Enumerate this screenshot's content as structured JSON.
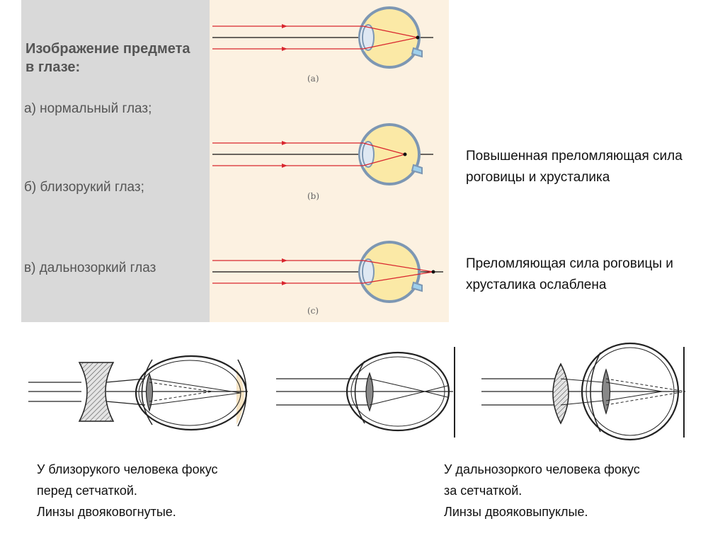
{
  "heading": "Изображение предмета в глазе:",
  "items": [
    "а) нормальный глаз;",
    "б) близорукий глаз;",
    "в) дальнозоркий глаз"
  ],
  "figure_labels": [
    "(a)",
    "(b)",
    "(c)"
  ],
  "notes": [
    "Повышенная преломляющая сила роговицы и хрусталика",
    "Преломляющая сила роговицы и хрусталика ослаблена"
  ],
  "captions": {
    "myopia": [
      "У близорукого человека фокус",
      "перед сетчаткой.",
      "Линзы двояковогнутые."
    ],
    "hyperopia": [
      "У дальнозоркого человека фокус",
      "за сетчаткой.",
      "Линзы двояковыпуклые."
    ]
  },
  "colors": {
    "ray": "#d9262e",
    "eye_fill": "#fbe9a6",
    "eye_outline": "#7d97b3",
    "panel_gray": "#d9d9d9",
    "panel_cream": "#fcf1e1"
  }
}
